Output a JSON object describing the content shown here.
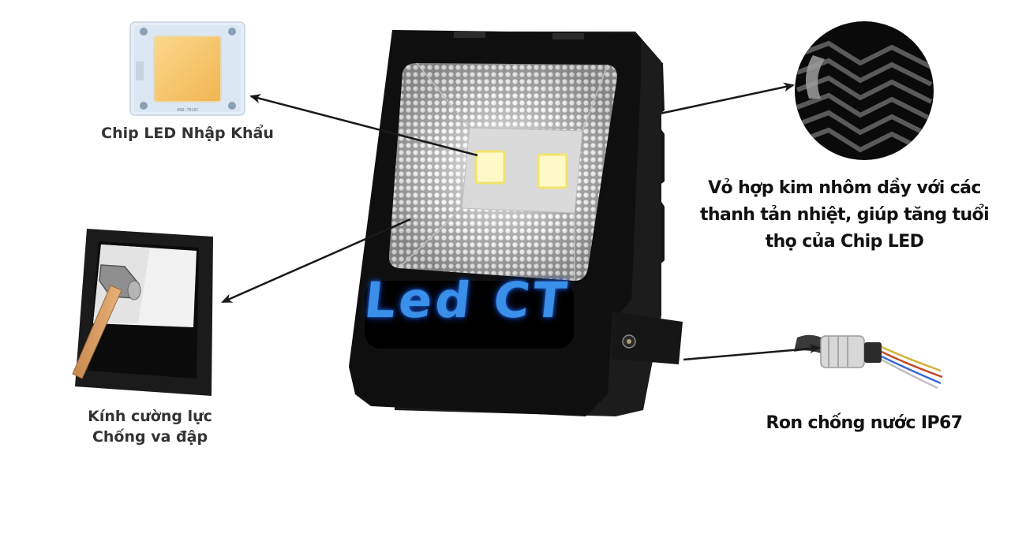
{
  "callouts": {
    "chip": "Chip LED Nhập Khẩu",
    "glass_line1": "Kính cường lực",
    "glass_line2": "Chống va đập",
    "housing_line1": "Vỏ hợp kim nhôm dầy với các",
    "housing_line2": "thanh tản nhiệt, giúp tăng tuổi",
    "housing_line3": "thọ của Chip LED",
    "seal": "Ron chống nước IP67"
  },
  "brand": {
    "text": "Led CT"
  },
  "icons": [
    "led-chip-icon",
    "tempered-glass-hammer-icon",
    "heatsink-fins-icon",
    "waterproof-cable-gland-icon"
  ],
  "colors": {
    "housing": "#111111",
    "chip": "#f6c46a",
    "brand": "#3a8fe8",
    "arrow": "#1a1a1a"
  }
}
